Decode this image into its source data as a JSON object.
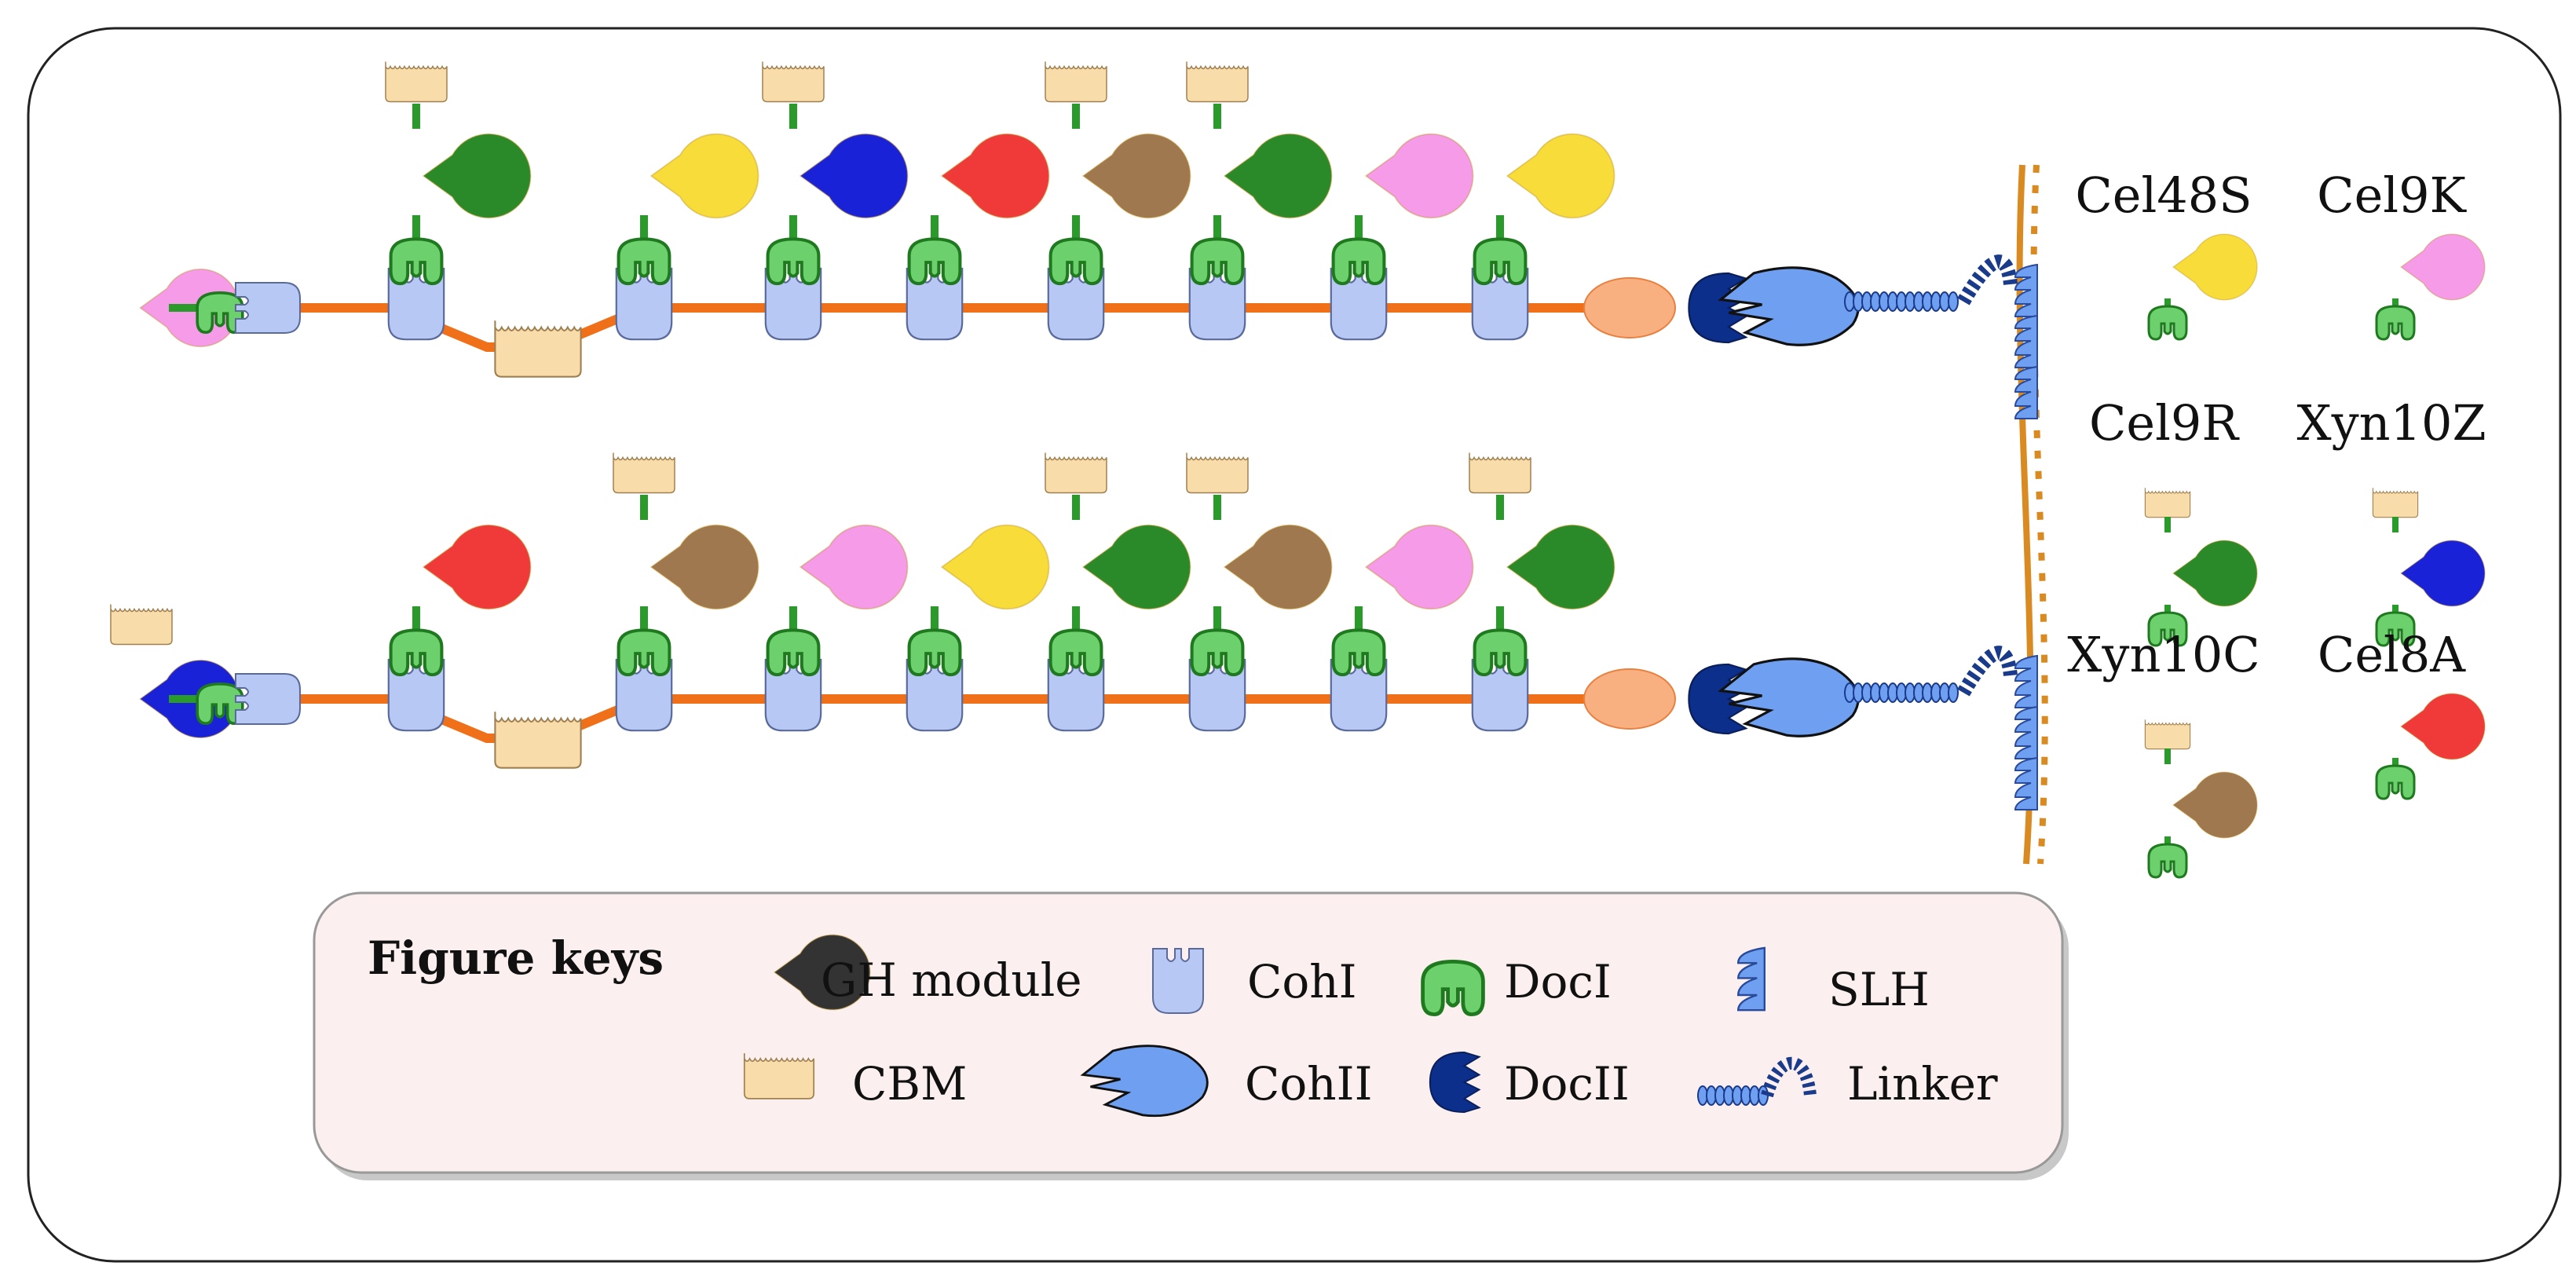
{
  "enzymes": [
    {
      "name": "Cel48S",
      "color": "#f7dc3a",
      "cbm": false
    },
    {
      "name": "Cel9K",
      "color": "#f59be8",
      "cbm": false
    },
    {
      "name": "Cel9R",
      "color": "#2a8a2a",
      "cbm": true
    },
    {
      "name": "Xyn10Z",
      "color": "#1a22d8",
      "cbm": true
    },
    {
      "name": "Xyn10C",
      "color": "#a07850",
      "cbm": true
    },
    {
      "name": "Cel8A",
      "color": "#f03a3a",
      "cbm": false
    }
  ],
  "scaffold_top": {
    "terminal_module": {
      "color": "#f59be8",
      "cbm": false
    },
    "modules": [
      {
        "color": "#2a8a2a",
        "cbm": true
      },
      {
        "color": "#f7dc3a",
        "cbm": false
      },
      {
        "color": "#1a22d8",
        "cbm": true
      },
      {
        "color": "#f03a3a",
        "cbm": false
      },
      {
        "color": "#a07850",
        "cbm": true
      },
      {
        "color": "#2a8a2a",
        "cbm": true
      },
      {
        "color": "#f59be8",
        "cbm": false
      },
      {
        "color": "#f7dc3a",
        "cbm": false
      }
    ]
  },
  "scaffold_bottom": {
    "terminal_module": {
      "color": "#1a22d8",
      "cbm": true
    },
    "modules": [
      {
        "color": "#f03a3a",
        "cbm": false
      },
      {
        "color": "#a07850",
        "cbm": true
      },
      {
        "color": "#f59be8",
        "cbm": false
      },
      {
        "color": "#f7dc3a",
        "cbm": false
      },
      {
        "color": "#2a8a2a",
        "cbm": true
      },
      {
        "color": "#a07850",
        "cbm": true
      },
      {
        "color": "#f59be8",
        "cbm": false
      },
      {
        "color": "#2a8a2a",
        "cbm": true
      }
    ]
  },
  "legend": {
    "title": "Figure keys",
    "gh_module": "GH module",
    "cohI": "CohI",
    "docI": "DocI",
    "slh": "SLH",
    "cbm": "CBM",
    "cohII": "CohII",
    "docII": "DocII",
    "linker": "Linker"
  },
  "colors": {
    "scaffold_line": "#f0701a",
    "cohesin_I": "#b8c8f4",
    "dockerin_I": "#2a9a2a",
    "cbm": "#f8dcaa",
    "cohesin_II": "#6f9ff0",
    "dockerin_II": "#0c2f8c",
    "cell_wall": "#d98a20",
    "gh_legend": "#333333"
  }
}
